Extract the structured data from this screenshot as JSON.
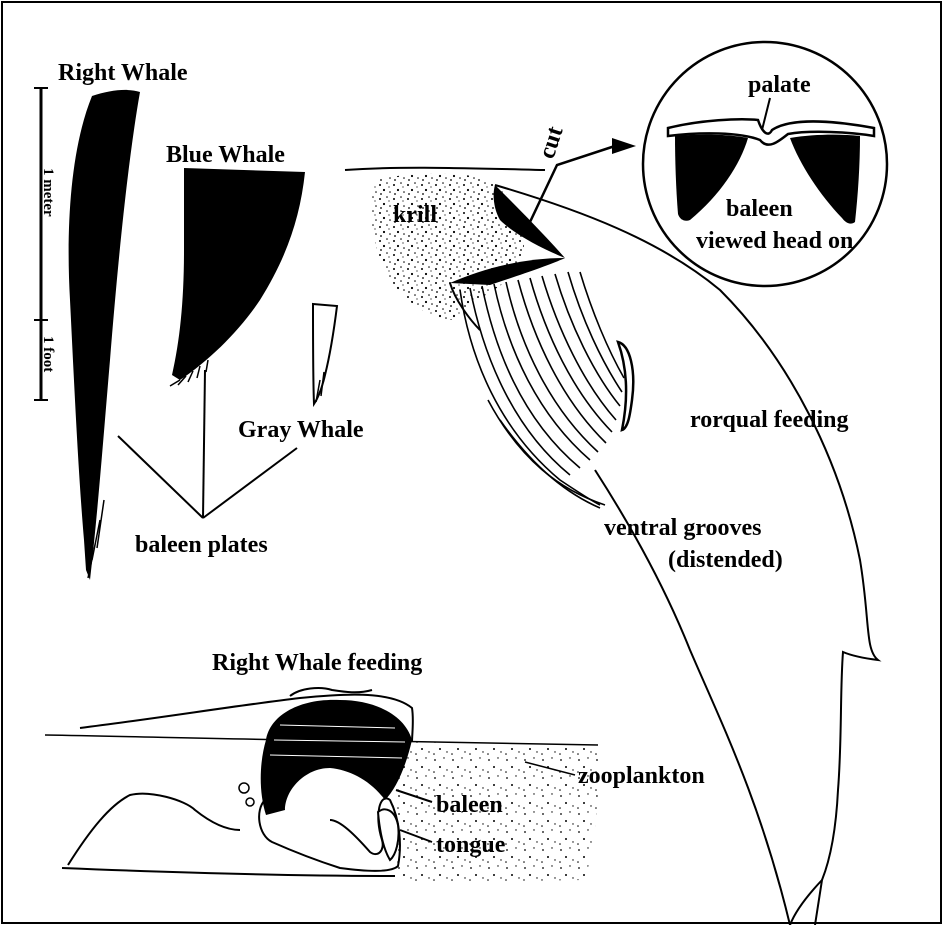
{
  "labels": {
    "right_whale": "Right Whale",
    "blue_whale": "Blue Whale",
    "gray_whale": "Gray Whale",
    "baleen_plates": "baleen plates",
    "scale_meter": "1 meter",
    "scale_foot": "1 foot",
    "krill": "krill",
    "cut": "cut",
    "palate": "palate",
    "baleen_head_on_line1": "baleen",
    "baleen_head_on_line2": "viewed head on",
    "rorqual_feeding": "rorqual feeding",
    "ventral_grooves_line1": "ventral grooves",
    "ventral_grooves_line2": "(distended)",
    "right_whale_feeding": "Right Whale feeding",
    "zooplankton": "zooplankton",
    "baleen": "baleen",
    "tongue": "tongue"
  },
  "colors": {
    "ink": "#000000",
    "paper": "#ffffff"
  }
}
